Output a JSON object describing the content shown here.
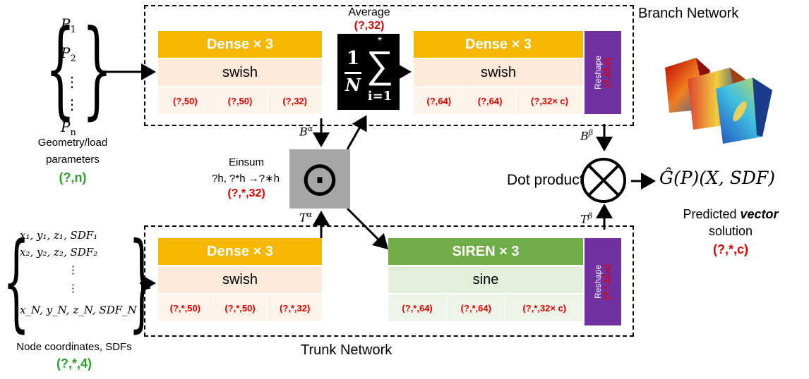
{
  "colors": {
    "orange": "#f5b700",
    "peach": "#fde9d9",
    "peach_light": "#fdf3e8",
    "green_header": "#70ad47",
    "green_light": "#e2efda",
    "purple": "#7030a0",
    "red": "#e00000",
    "green_text": "#2ca02c",
    "gray": "#a6a6a6"
  },
  "branch": {
    "title": "Branch Network",
    "block1": {
      "header": "Dense × 3",
      "activation": "swish",
      "shapes": [
        "(?,50)",
        "(?,50)",
        "(?,32)"
      ]
    },
    "block2": {
      "header": "Dense × 3",
      "activation": "swish",
      "shapes": [
        "(?,64)",
        "(?,64)",
        "(?,32× c)"
      ]
    },
    "reshape_label": "Reshape",
    "reshape_shape": "(?,32,c)",
    "average_label": "Average",
    "average_shape": "(?,32)",
    "sum": {
      "frac_num": "1",
      "frac_den": "N",
      "upper": "*",
      "lower": "i=1",
      "symbol": "∑"
    },
    "out_label_base": "B",
    "out_label_sup": "β",
    "in_label_base": "B",
    "in_label_sup": "α"
  },
  "trunk": {
    "title": "Trunk Network",
    "block1": {
      "header": "Dense × 3",
      "activation": "swish",
      "shapes": [
        "(?,*,50)",
        "(?,*,50)",
        "(?,*,32)"
      ]
    },
    "block2": {
      "header": "SIREN × 3",
      "activation": "sine",
      "shapes": [
        "(?,*,64)",
        "(?,*,64)",
        "(?,*,32× c)"
      ]
    },
    "reshape_label": "Reshape",
    "reshape_shape": "(?,*,32,c)",
    "out_label_base": "T",
    "out_label_sup": "β",
    "in_label_base": "T",
    "in_label_sup": "α"
  },
  "inputs_branch": {
    "items": [
      "P",
      "P",
      "⋮",
      "⋮",
      "P"
    ],
    "subs": [
      "1",
      "2",
      "",
      "",
      "n"
    ],
    "caption_line1": "Geometry/load",
    "caption_line2": "parameters",
    "shape": "(?,n)"
  },
  "inputs_trunk": {
    "row1": "x₁, y₁, z₁, SDF₁",
    "row2": "x₂, y₂, z₂, SDF₂",
    "vdots": "⋮",
    "rowN": "x_N, y_N, z_N, SDF_N",
    "caption": "Node coordinates, SDFs",
    "shape": "(?,*,4)"
  },
  "einsum": {
    "label": "Einsum",
    "formula": "?h, ?*h →?∗h",
    "shape": "(?,*,32)",
    "symbol": "⊙"
  },
  "dot": {
    "label": "Dot product",
    "symbol": "⊗"
  },
  "output": {
    "formula": "Ĝ(P)(X, SDF)",
    "caption_line1_a": "Predicted ",
    "caption_line1_b": "vector",
    "caption_line2": "solution",
    "shape": "(?,*,c)"
  }
}
